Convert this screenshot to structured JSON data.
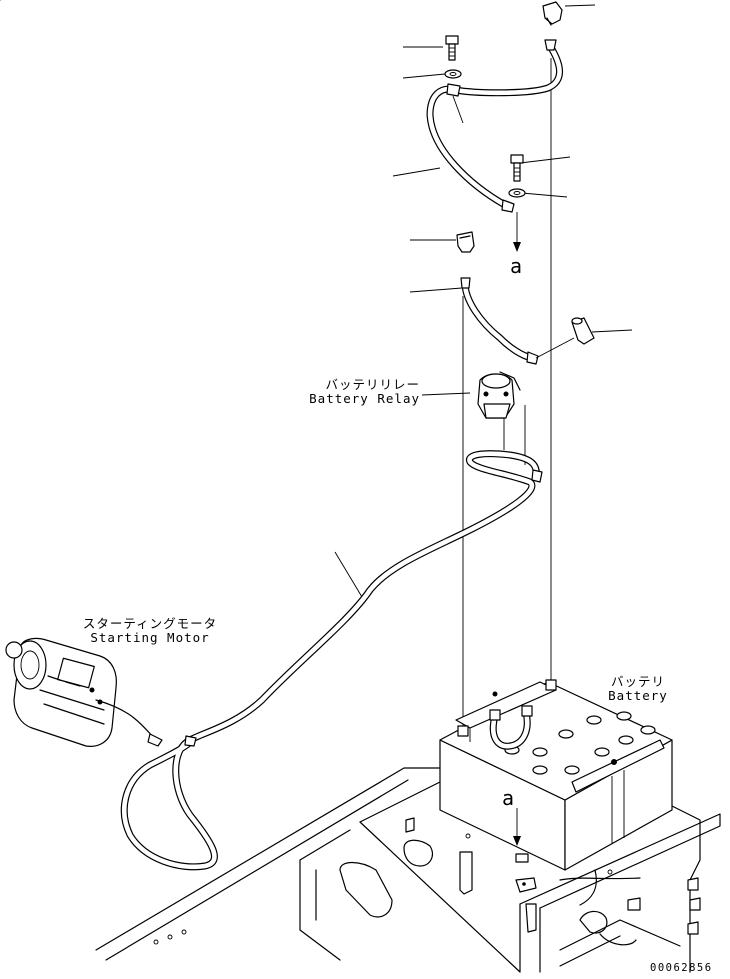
{
  "labels": {
    "battery_relay_jp": "バッテリリレー",
    "battery_relay_en": "Battery Relay",
    "starting_motor_jp": "スターティングモータ",
    "starting_motor_en": "Starting Motor",
    "battery_jp": "バッテリ",
    "battery_en": "Battery"
  },
  "reference_marks": {
    "upper": "a",
    "lower": "a"
  },
  "drawing_code": "00062856"
}
